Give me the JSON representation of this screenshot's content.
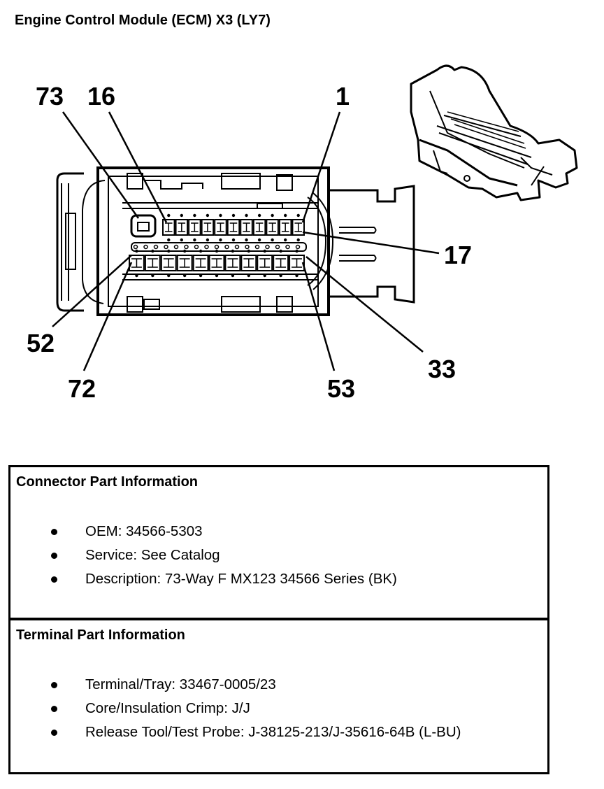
{
  "title": "Engine Control Module (ECM) X3 (LY7)",
  "diagram": {
    "pin_labels": {
      "p73": "73",
      "p16": "16",
      "p1": "1",
      "p17": "17",
      "p52": "52",
      "p72": "72",
      "p53": "53",
      "p33": "33"
    },
    "top_row_cavities": 11,
    "bottom_row_cavities": 11
  },
  "connector_info": {
    "heading": "Connector Part Information",
    "items": [
      "OEM: 34566-5303",
      "Service: See Catalog",
      "Description: 73-Way F MX123 34566 Series (BK)"
    ]
  },
  "terminal_info": {
    "heading": "Terminal Part Information",
    "items": [
      "Terminal/Tray: 33467-0005/23",
      "Core/Insulation Crimp: J/J",
      "Release Tool/Test Probe: J-38125-213/J-35616-64B (L-BU)"
    ]
  }
}
